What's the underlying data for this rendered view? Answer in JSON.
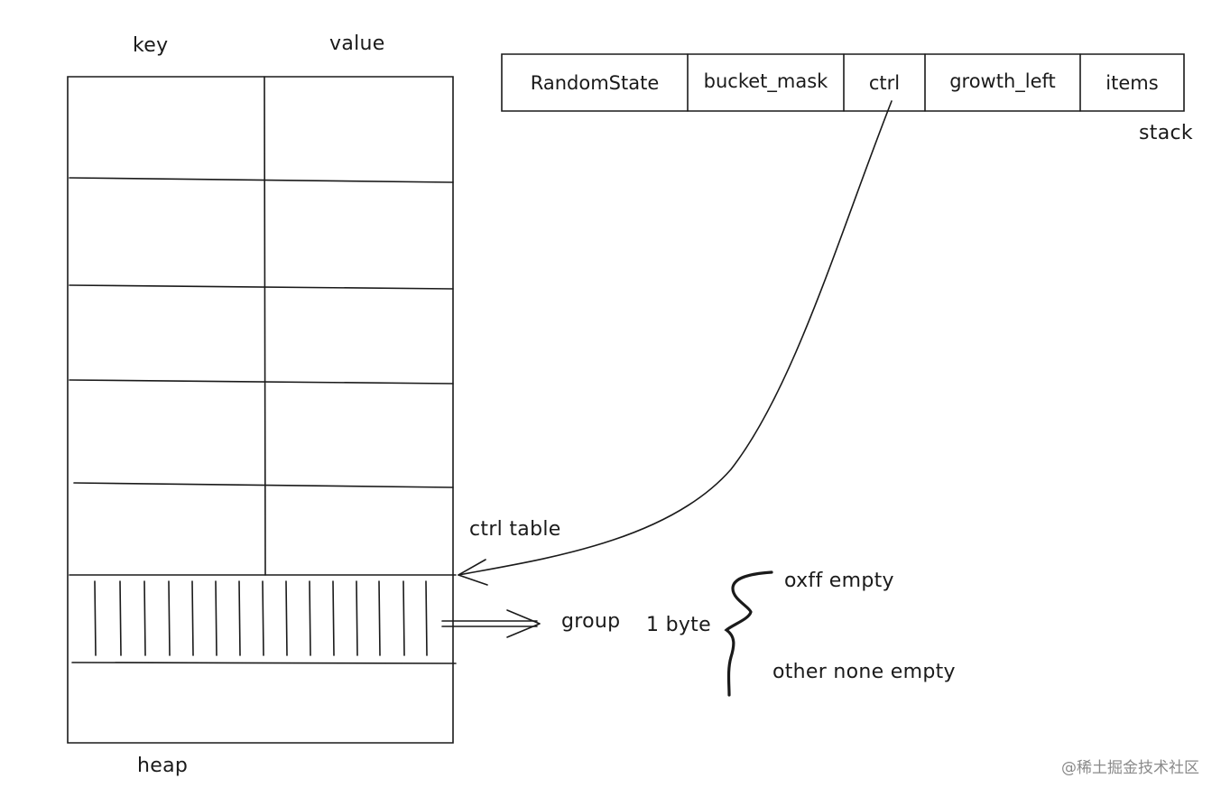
{
  "heap": {
    "columns": [
      "key",
      "value"
    ],
    "label": "heap",
    "ctrl_table_label": "ctrl table"
  },
  "stack": {
    "fields": [
      "RandomState",
      "bucket_mask",
      "ctrl",
      "growth_left",
      "items"
    ],
    "label": "stack"
  },
  "group": {
    "label": "group",
    "size_label": "1 byte",
    "states": [
      "oxff empty",
      "other none empty"
    ]
  },
  "watermark": "@稀土掘金技术社区"
}
